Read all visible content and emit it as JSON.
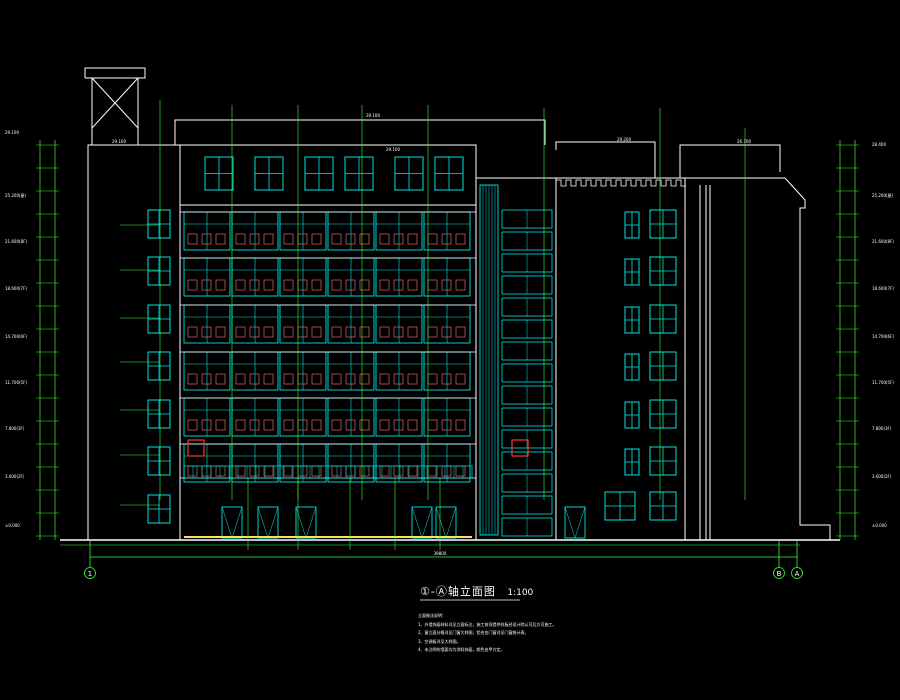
{
  "drawing": {
    "title": "①-Ⓐ轴立面图",
    "scale": "1:100",
    "grid_axes": [
      "1",
      "B",
      "A"
    ],
    "notes_heading": "立面做法说明：",
    "notes": [
      "1、外墙饰面材料详见立面标注，施工前须提供样板经设计院认可后方可施工。",
      "2、窗立面分格详见门窗大样图，铝合金门窗详见门窗统计表。",
      "3、空调板详见大样图。",
      "4、未注明的墙面均为涂料饰面，颜色由甲方定。"
    ],
    "left_elevations": [
      "29.100",
      "25.200(屋)",
      "21.600(8F)",
      "18.600(7F)",
      "14.700(6F)",
      "11.700(5F)",
      "7.800(3F)",
      "3.600(2F)",
      "±0.000"
    ],
    "right_elevations": [
      "28.400",
      "25.200(屋)",
      "21.600(8F)",
      "18.600(7F)",
      "14.700(6F)",
      "11.700(5F)",
      "7.800(3F)",
      "3.600(2F)",
      "±0.000"
    ],
    "top_levels": [
      "29.100",
      "29.100",
      "29.100",
      "29.200",
      "26.700"
    ],
    "total_width": "39800"
  },
  "colors": {
    "background": "#000000",
    "wall": "#ffffff",
    "window": "#00e5e5",
    "dimension": "#33ff33",
    "railing": "#ff7a7a",
    "accent": "#ff3333",
    "ground": "#ffe066"
  }
}
